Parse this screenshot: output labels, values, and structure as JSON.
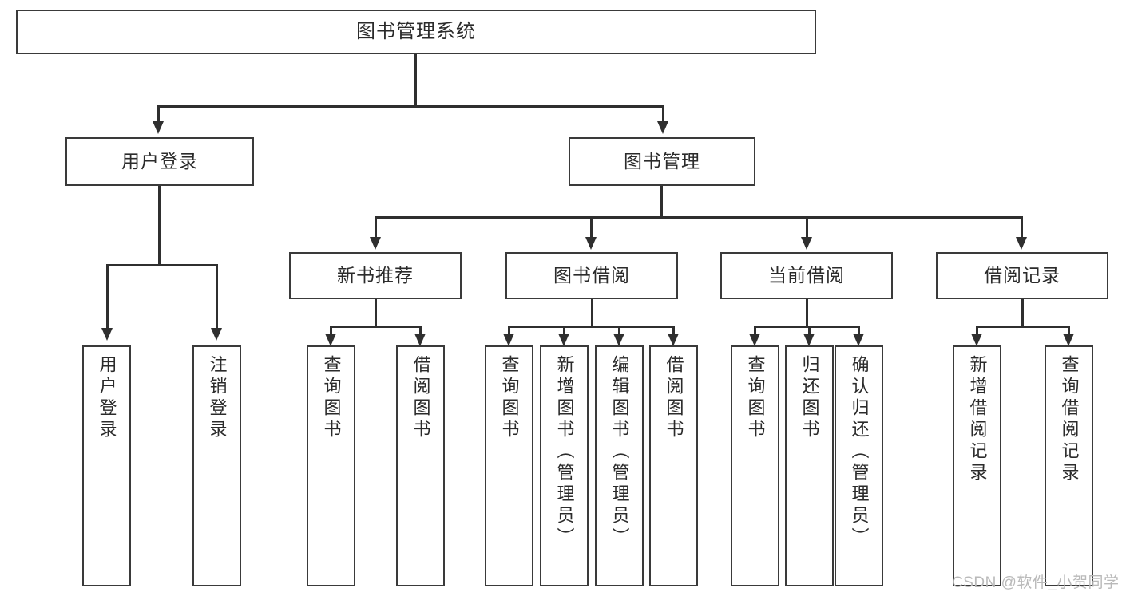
{
  "diagram": {
    "title": "图书管理系统",
    "root": {
      "label": "图书管理系统"
    },
    "level1": [
      {
        "label": "用户登录"
      },
      {
        "label": "图书管理"
      }
    ],
    "level2": [
      {
        "label": "新书推荐"
      },
      {
        "label": "图书借阅"
      },
      {
        "label": "当前借阅"
      },
      {
        "label": "借阅记录"
      }
    ],
    "leaves": {
      "user_login": [
        {
          "label": "用户登录"
        },
        {
          "label": "注销登录"
        }
      ],
      "new_book_recommend": [
        {
          "label": "查询图书"
        },
        {
          "label": "借阅图书"
        }
      ],
      "book_borrow": [
        {
          "label": "查询图书"
        },
        {
          "label": "新增图书（管理员）"
        },
        {
          "label": "编辑图书（管理员）"
        },
        {
          "label": "借阅图书"
        }
      ],
      "current_borrow": [
        {
          "label": "查询图书"
        },
        {
          "label": "归还图书"
        },
        {
          "label": "确认归还（管理员）"
        }
      ],
      "borrow_record": [
        {
          "label": "新增借阅记录"
        },
        {
          "label": "查询借阅记录"
        }
      ]
    }
  },
  "watermark": {
    "text": "CSDN @软件_小贺同学"
  },
  "colors": {
    "background": "#ffffff",
    "node_border": "#3a3a3a",
    "node_fill": "#ffffff",
    "text": "#2b2b2b",
    "connector": "#2f2f2f",
    "watermark": "#b9b9b9"
  }
}
